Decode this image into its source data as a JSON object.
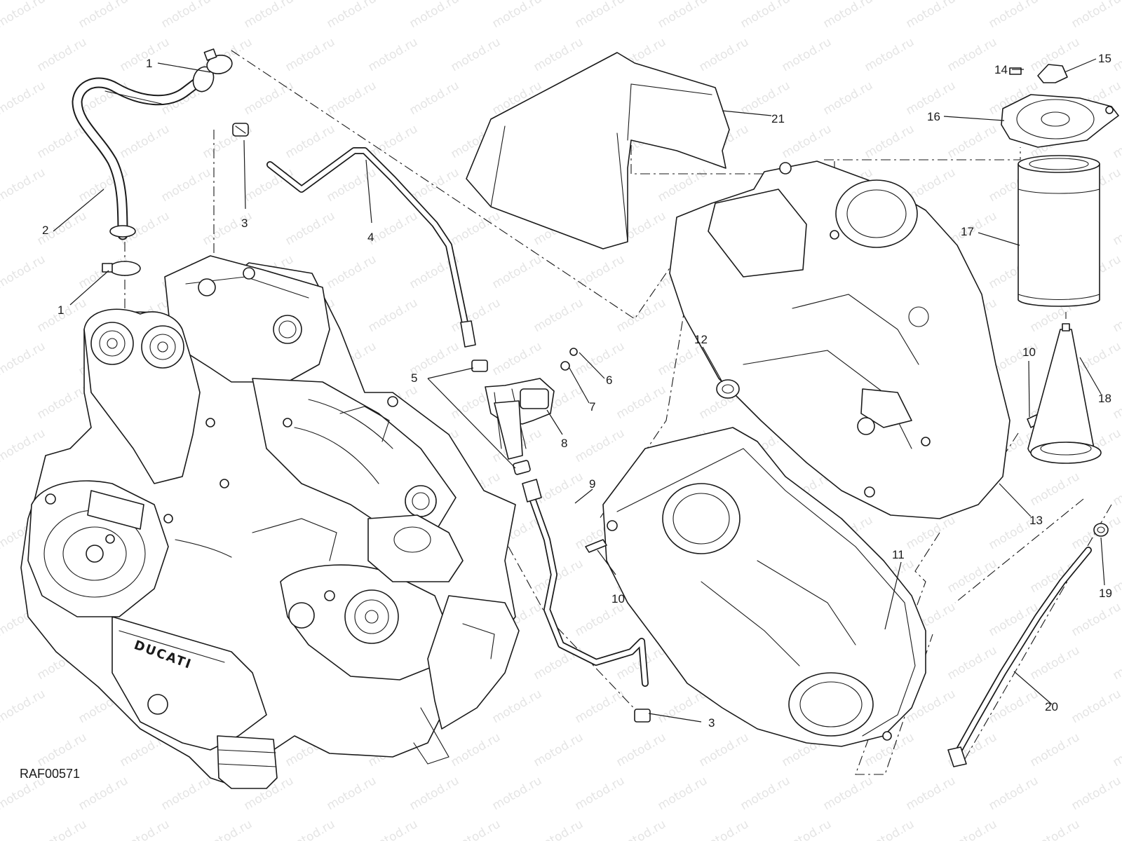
{
  "diagram": {
    "code": "RAF00571",
    "watermark": "motod.ru",
    "engine_brand": "DUCATI",
    "callouts": {
      "c1a": "1",
      "c1b": "1",
      "c2": "2",
      "c3a": "3",
      "c3b": "3",
      "c4": "4",
      "c5": "5",
      "c6": "6",
      "c7": "7",
      "c8": "8",
      "c9": "9",
      "c10a": "10",
      "c10b": "10",
      "c11": "11",
      "c12": "12",
      "c13": "13",
      "c14": "14",
      "c15": "15",
      "c16": "16",
      "c17": "17",
      "c18": "18",
      "c19": "19",
      "c20": "20",
      "c21": "21"
    }
  }
}
